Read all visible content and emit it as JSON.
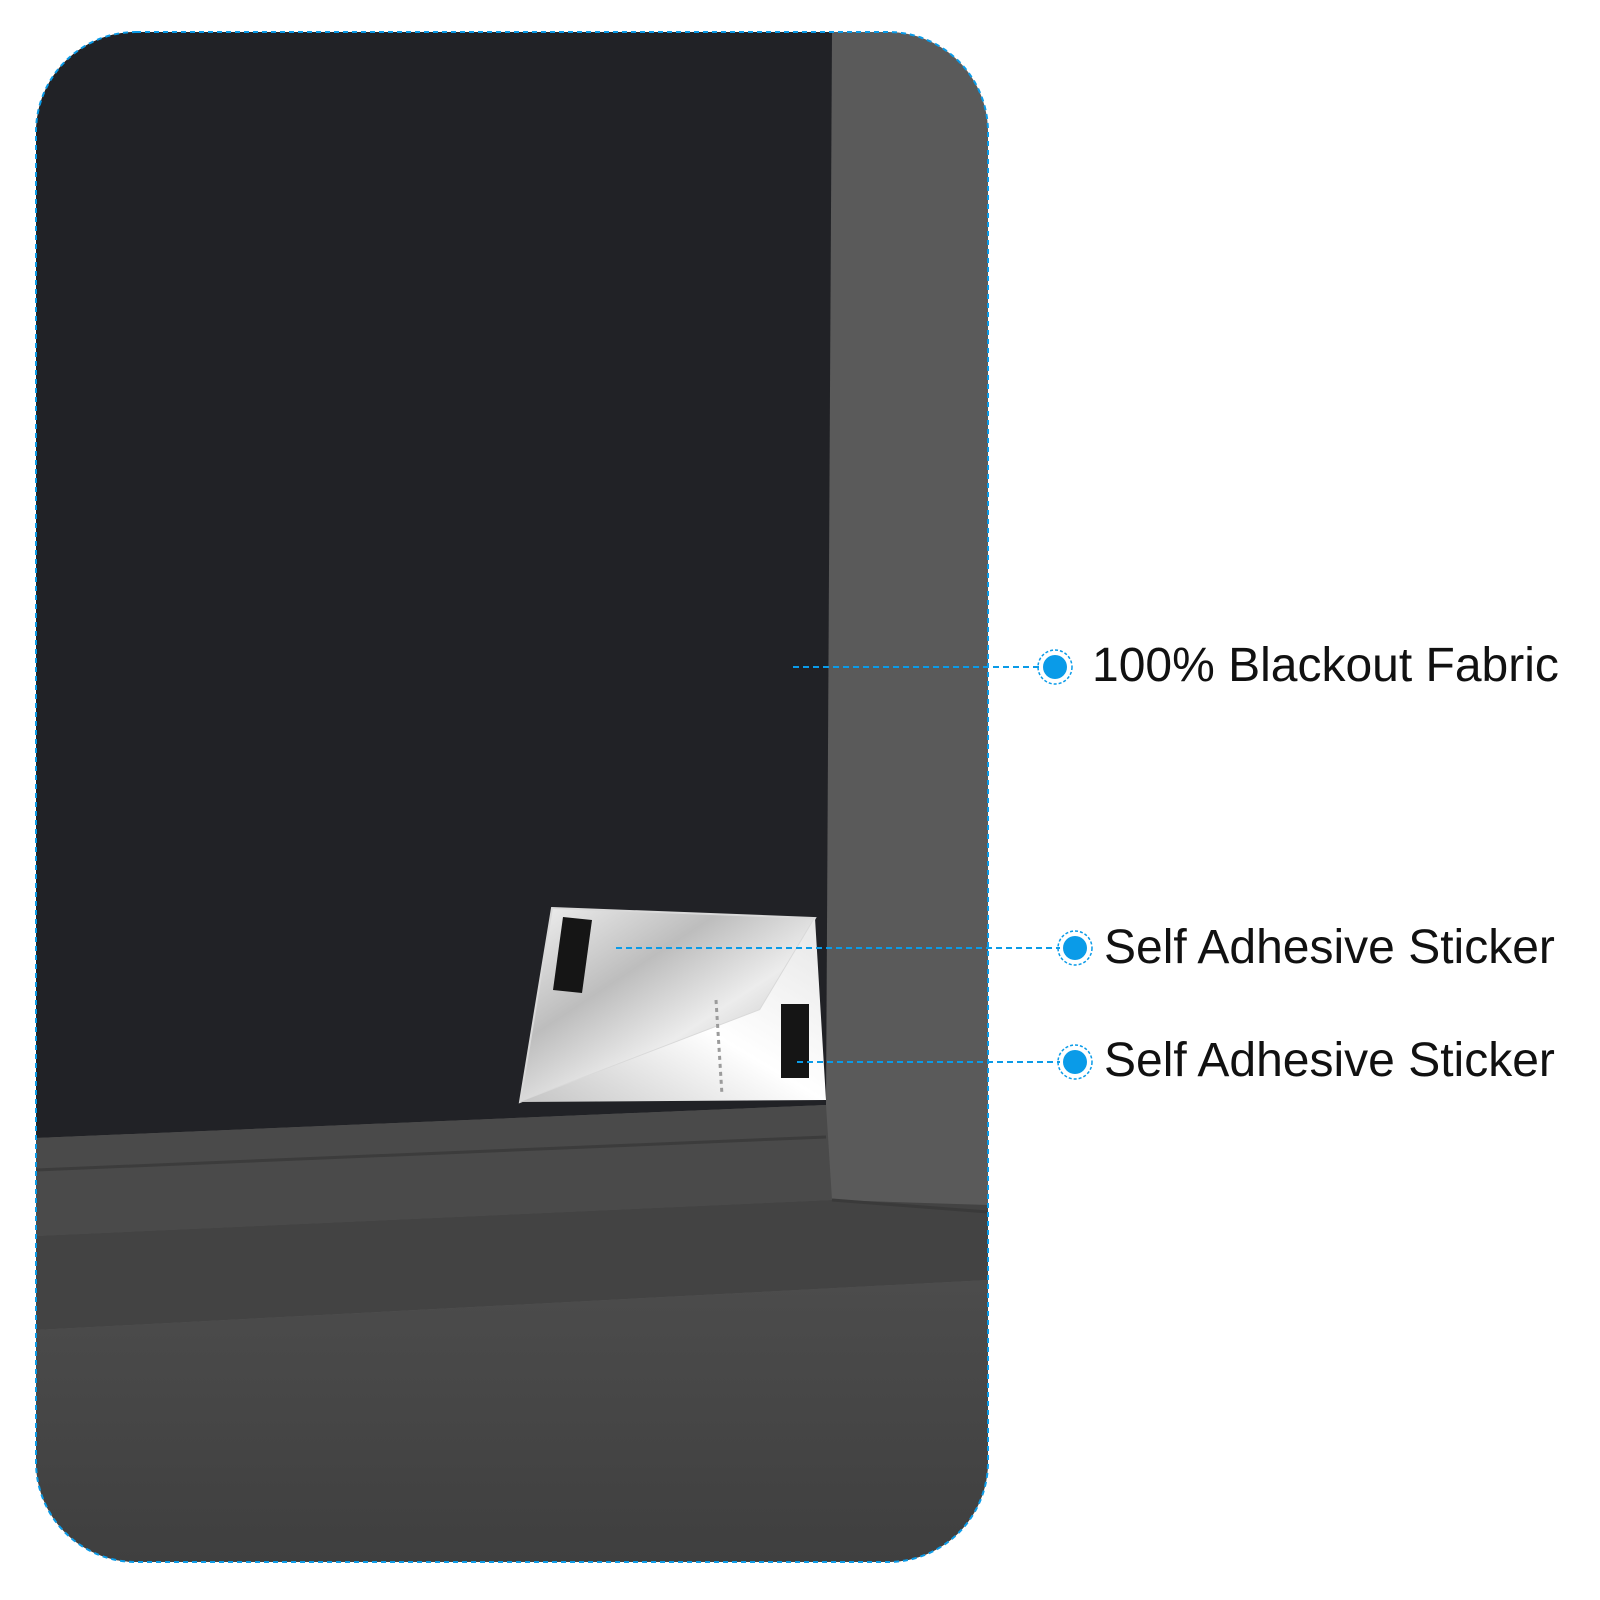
{
  "callouts": [
    {
      "label": "100% Blackout Fabric"
    },
    {
      "label": "Self Adhesive Sticker"
    },
    {
      "label": "Self Adhesive Sticker"
    }
  ],
  "colors": {
    "accent": "#0a9be8",
    "fabric": "#212226",
    "wall": "#5a5a5a",
    "sill": "#454545",
    "label_text": "#111111"
  }
}
